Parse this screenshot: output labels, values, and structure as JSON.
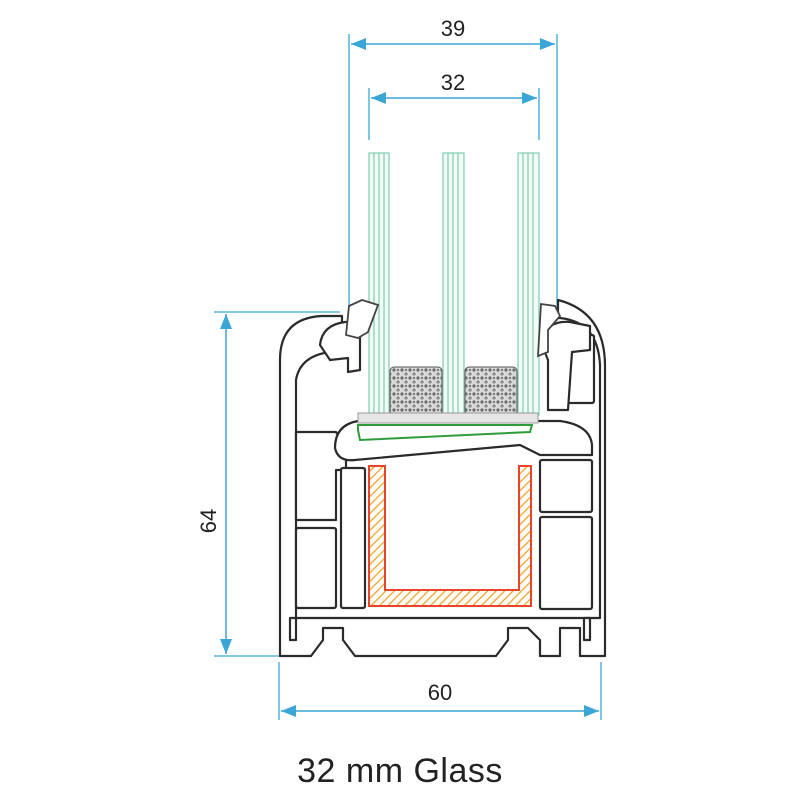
{
  "dimensions": {
    "overall_glass_width": "39",
    "glass_thickness": "32",
    "frame_height": "64",
    "frame_width": "60"
  },
  "caption": "32 mm Glass",
  "colors": {
    "dimension_line": "#3aa6d6",
    "glass": "#7fcfb0",
    "profile_outline": "#2b2b2b",
    "profile_fill": "#ffffff",
    "reinforcement_outline": "#e8442a",
    "reinforcement_hatch": "#f2a020",
    "gasket_green": "#2e9b3c",
    "spacer_gray": "#9a9a9a"
  }
}
